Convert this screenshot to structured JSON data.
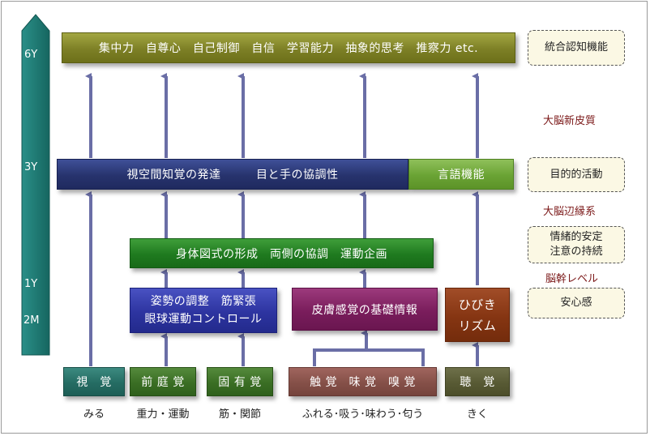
{
  "age_axis": {
    "labels": [
      "6Y",
      "3Y",
      "1Y",
      "2M"
    ],
    "color": "#1c7a74"
  },
  "top_box": {
    "text": "集中力　自尊心　自己制御　自信　学習能力　抽象的思考　推察力 etc."
  },
  "row3": {
    "left": "視空間知覚の発達　　　目と手の協調性",
    "right": "言語機能"
  },
  "body_box": {
    "text": "身体図式の形成　両側の協調　運動企画"
  },
  "mid_boxes": {
    "posture": [
      "姿勢の調整　筋緊張",
      "眼球運動コントロール"
    ],
    "tactile": "皮膚感覚の基礎情報",
    "rhythm": [
      "ひびき",
      "リズム"
    ]
  },
  "senses": [
    {
      "label": "視　覚",
      "caption": "みる"
    },
    {
      "label": "前 庭 覚",
      "caption": "重力・運動"
    },
    {
      "label": "固 有 覚",
      "caption": "筋・関節"
    },
    {
      "label": "触 覚　味 覚　嗅 覚",
      "caption": "ふれる･吸う･味わう･匂う"
    },
    {
      "label": "聴　覚",
      "caption": "きく"
    }
  ],
  "notes": {
    "cognition": "統合認知機能",
    "purpose": "目的的活動",
    "emotion": [
      "情緒的安定",
      "注意の持続"
    ],
    "security": "安心感"
  },
  "side_labels": {
    "cortex": "大脳新皮質",
    "limbic": "大脳辺縁系",
    "brainstem": "脳幹レベル"
  },
  "colors": {
    "arrow": "#6a6ea6",
    "side_label": "#7b1818"
  }
}
